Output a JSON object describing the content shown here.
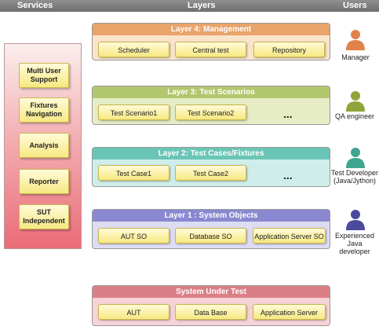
{
  "header": {
    "services": "Services",
    "layers": "Layers",
    "users": "Users"
  },
  "services": [
    "Multi User Support",
    "Fixtures Navigation",
    "Analysis",
    "Reporter",
    "SUT Independent"
  ],
  "layers": [
    {
      "title": "Layer 4: Management",
      "items": [
        "Scheduler",
        "Central test",
        "Repository"
      ],
      "more": "",
      "color": "#e8a46a"
    },
    {
      "title": "Layer 3: Test Scenarios",
      "items": [
        "Test Scenario1",
        "Test Scenario2"
      ],
      "more": "...",
      "color": "#b2c76d"
    },
    {
      "title": "Layer 2: Test Cases/Fixtures",
      "items": [
        "Test Case1",
        "Test Case2"
      ],
      "more": "...",
      "color": "#6ac5b6"
    },
    {
      "title": "Layer 1 : System Objects",
      "items": [
        "AUT SO",
        "Database SO",
        "Application Server SO"
      ],
      "more": "",
      "color": "#8a88d0"
    },
    {
      "title": "System Under Test",
      "items": [
        "AUT",
        "Data Base",
        "Application Server"
      ],
      "more": "",
      "color": "#db7f86"
    }
  ],
  "users": [
    {
      "label": "Manager",
      "icon": "person-icon",
      "color": "#e0834a"
    },
    {
      "label": "QA engineer",
      "icon": "person-icon",
      "color": "#8fa43a"
    },
    {
      "label": "Test Developer (Java/Jython)",
      "icon": "person-icon",
      "color": "#3fa58f"
    },
    {
      "label": "Experienced Java developer",
      "icon": "person-icon",
      "color": "#4b4a9e"
    }
  ]
}
